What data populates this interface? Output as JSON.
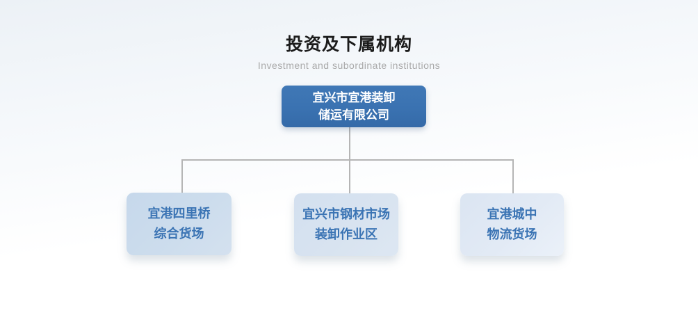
{
  "header": {
    "title": "投资及下属机构",
    "subtitle": "Investment and subordinate institutions"
  },
  "org_chart": {
    "root": {
      "line1": "宜兴市宜港装卸",
      "line2": "储运有限公司"
    },
    "children": [
      {
        "line1": "宜港四里桥",
        "line2": "综合货场"
      },
      {
        "line1": "宜兴市钢材市场",
        "line2": "装卸作业区"
      },
      {
        "line1": "宜港城中",
        "line2": "物流货场"
      }
    ]
  },
  "colors": {
    "page_background_top": "#ecf1f6",
    "page_background_bottom": "#ffffff",
    "root_box_bg": "#3a72b1",
    "root_box_text": "#ffffff",
    "child_box_bg_1": "#c8daec",
    "child_box_bg_2": "#d6e2f0",
    "child_box_bg_3": "#dfe8f4",
    "child_box_text": "#3b74b4",
    "connector_line": "#b5b5b5",
    "title_text": "#1b1b1b",
    "subtitle_text": "#a9a9a9"
  }
}
